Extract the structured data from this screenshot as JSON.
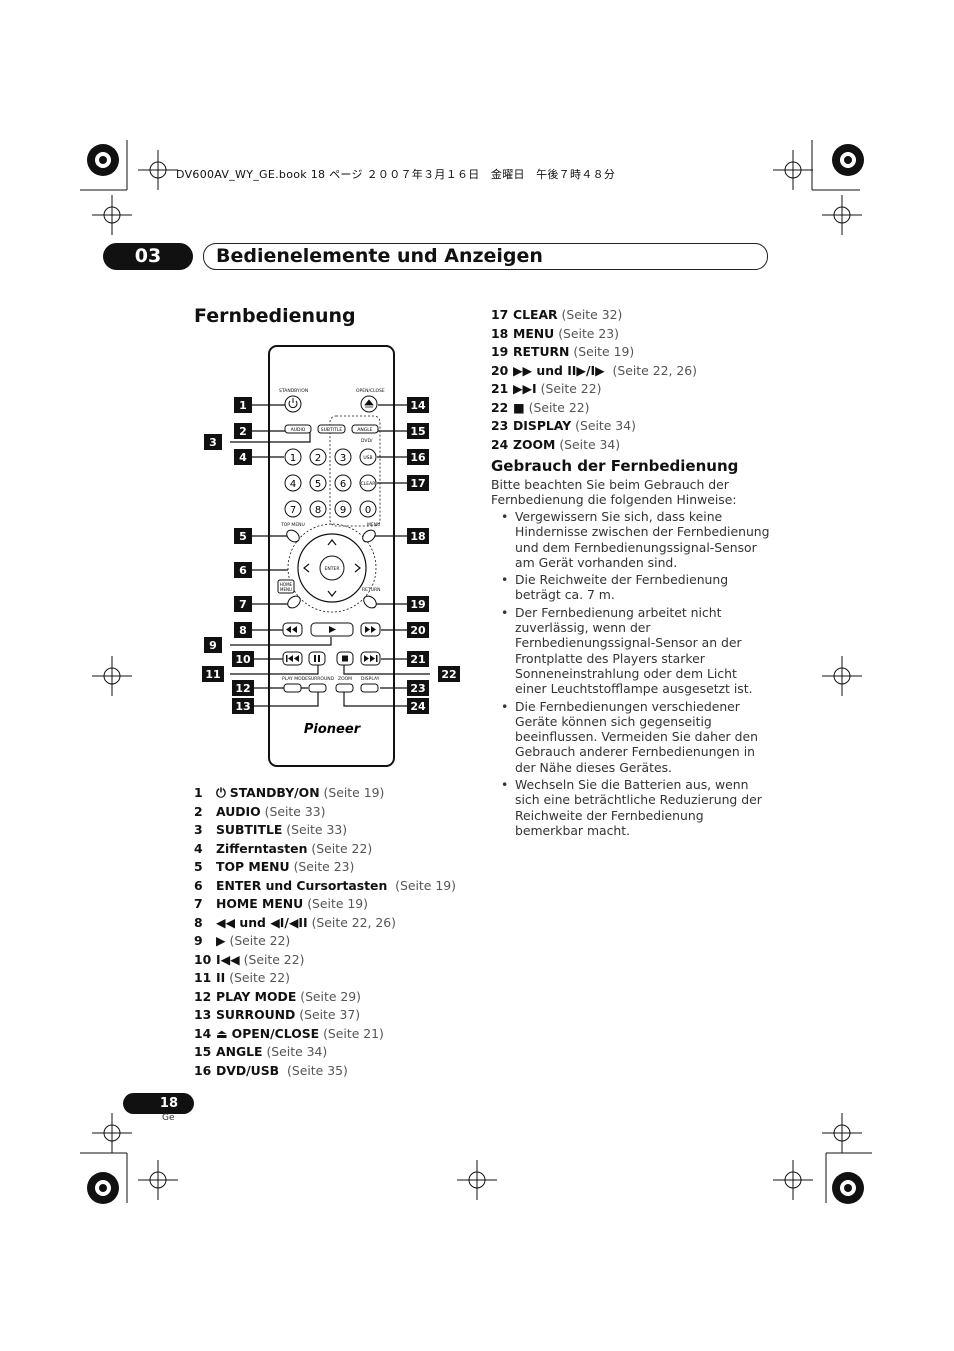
{
  "print_header": "DV600AV_WY_GE.book  18 ページ  ２００７年３月１６日　金曜日　午後７時４８分",
  "chapter": {
    "number": "03",
    "title": "Bedienelemente und Anzeigen"
  },
  "section_title": "Fernbedienung",
  "remote": {
    "labels": {
      "standby": "STANDBY/ON",
      "open_close": "OPEN/CLOSE",
      "audio": "AUDIO",
      "subtitle": "SUBTITLE",
      "angle": "ANGLE",
      "dvd_usb_top": "DVD/",
      "usb": "USB",
      "clear": "CLEAR",
      "top_menu": "TOP MENU",
      "menu": "MENU",
      "enter": "ENTER",
      "home": "HOME",
      "home_menu": "MENU",
      "return": "RETURN",
      "play_mode": "PLAY MODE",
      "surround": "SURROUND",
      "zoom": "ZOOM",
      "display": "DISPLAY",
      "brand": "Pioneer"
    },
    "digits": [
      "1",
      "2",
      "3",
      "4",
      "5",
      "6",
      "7",
      "8",
      "9",
      "0"
    ],
    "callouts": [
      "1",
      "2",
      "3",
      "4",
      "5",
      "6",
      "7",
      "8",
      "9",
      "10",
      "11",
      "12",
      "13",
      "14",
      "15",
      "16",
      "17",
      "18",
      "19",
      "20",
      "21",
      "22",
      "23",
      "24"
    ]
  },
  "items_left": [
    {
      "n": "1",
      "sym": "⏻",
      "name": "STANDBY/ON",
      "ref": "(Seite 19)"
    },
    {
      "n": "2",
      "sym": "",
      "name": "AUDIO",
      "ref": "(Seite 33)"
    },
    {
      "n": "3",
      "sym": "",
      "name": "SUBTITLE",
      "ref": "(Seite 33)"
    },
    {
      "n": "4",
      "sym": "",
      "name": "Zifferntasten",
      "ref": "(Seite 22)"
    },
    {
      "n": "5",
      "sym": "",
      "name": "TOP MENU",
      "ref": "(Seite 23)"
    },
    {
      "n": "6",
      "sym": "",
      "name": "ENTER und Cursortasten",
      "ref": "(Seite 19)"
    },
    {
      "n": "7",
      "sym": "",
      "name": "HOME MENU",
      "ref": "(Seite 19)"
    },
    {
      "n": "8",
      "sym": "◀◀ und ◀I/◀II",
      "name": "",
      "ref": "(Seite 22, 26)"
    },
    {
      "n": "9",
      "sym": "▶",
      "name": "",
      "ref": "(Seite 22)"
    },
    {
      "n": "10",
      "sym": "I◀◀",
      "name": "",
      "ref": "(Seite 22)"
    },
    {
      "n": "11",
      "sym": "II",
      "name": "",
      "ref": "(Seite 22)"
    },
    {
      "n": "12",
      "sym": "",
      "name": "PLAY MODE",
      "ref": "(Seite 29)"
    },
    {
      "n": "13",
      "sym": "",
      "name": "SURROUND",
      "ref": "(Seite 37)"
    },
    {
      "n": "14",
      "sym": "⏏",
      "name": "OPEN/CLOSE",
      "ref": "(Seite 21)"
    },
    {
      "n": "15",
      "sym": "",
      "name": "ANGLE",
      "ref": "(Seite 34)"
    },
    {
      "n": "16",
      "sym": "",
      "name": "DVD/USB",
      "ref": "(Seite 35)"
    }
  ],
  "items_right": [
    {
      "n": "17",
      "sym": "",
      "name": "CLEAR",
      "ref": "(Seite 32)"
    },
    {
      "n": "18",
      "sym": "",
      "name": "MENU",
      "ref": "(Seite 23)"
    },
    {
      "n": "19",
      "sym": "",
      "name": "RETURN",
      "ref": "(Seite 19)"
    },
    {
      "n": "20",
      "sym": "▶▶ und II▶/I▶",
      "name": "",
      "ref": "(Seite 22, 26)"
    },
    {
      "n": "21",
      "sym": "▶▶I",
      "name": "",
      "ref": "(Seite 22)"
    },
    {
      "n": "22",
      "sym": "■",
      "name": "",
      "ref": "(Seite 22)"
    },
    {
      "n": "23",
      "sym": "",
      "name": "DISPLAY",
      "ref": "(Seite 34)"
    },
    {
      "n": "24",
      "sym": "",
      "name": "ZOOM",
      "ref": "(Seite 34)"
    }
  ],
  "usage": {
    "title": "Gebrauch der Fernbedienung",
    "intro": "Bitte beachten Sie beim Gebrauch der Fernbedienung die folgenden Hinweise:",
    "bullets": [
      "Vergewissern Sie sich, dass keine Hindernisse zwischen der Fernbedienung und dem Fernbedienungssignal-Sensor am Gerät vorhanden sind.",
      "Die Reichweite der Fernbedienung beträgt ca. 7 m.",
      "Der Fernbedienung arbeitet nicht zuverlässig, wenn der Fernbedienungssignal-Sensor an der Frontplatte des Players starker Sonneneinstrahlung oder dem Licht einer Leuchtstofflampe ausgesetzt ist.",
      "Die Fernbedienungen verschiedener Geräte können sich gegenseitig beeinflussen. Vermeiden Sie daher den Gebrauch anderer Fernbedienungen in der Nähe dieses Gerätes.",
      "Wechseln Sie die Batterien aus, wenn sich eine beträchtliche Reduzierung der Reichweite der Fernbedienung bemerkbar macht."
    ]
  },
  "page": {
    "number": "18",
    "lang": "Ge"
  }
}
